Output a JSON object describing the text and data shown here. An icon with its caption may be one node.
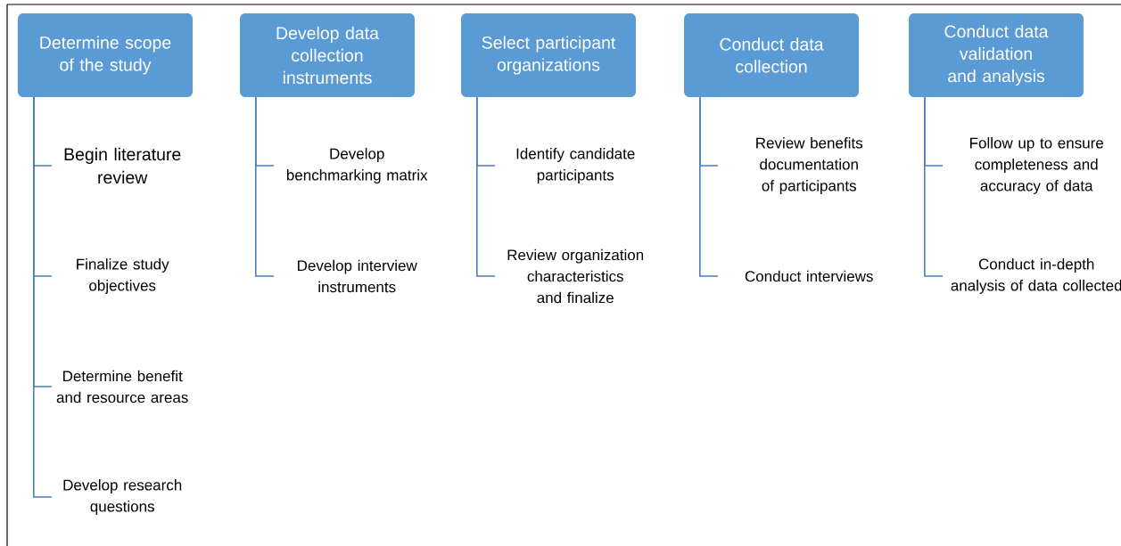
{
  "diagram": {
    "nodes": [
      {
        "text": [
          "Determine scope of the study"
        ]
      },
      {
        "text": [
          "Begin literature review"
        ]
      },
      {
        "text": [
          "Finalize study objectives"
        ]
      },
      {
        "text": [
          "Determine benefit and resource areas"
        ]
      },
      {
        "text": [
          "Develop research questions"
        ]
      },
      {
        "text": [
          "Develop data collection instruments"
        ]
      },
      {
        "text": [
          "Develop benchmarking matrix"
        ]
      },
      {
        "text": [
          "Develop interview instruments"
        ]
      },
      {
        "text": [
          "Select participant organizations"
        ]
      },
      {
        "text": [
          "Identify candidate participants"
        ]
      },
      {
        "text": [
          "Review organization characteristics and finalize"
        ]
      },
      {
        "text": [
          "Conduct data collection"
        ]
      },
      {
        "text": [
          "Review benefits documentation of participants"
        ]
      },
      {
        "text": [
          "Conduct interviews"
        ]
      },
      {
        "text": [
          "Conduct data validation and analysis"
        ]
      },
      {
        "text": [
          "Follow up to ensure completeness and accuracy of data"
        ]
      },
      {
        "text": [
          "Conduct in-depth analysis of data collected"
        ]
      }
    ],
    "edges": [
      {
        "from": 0,
        "to": 1,
        "arrow": "none"
      },
      {
        "from": 0,
        "to": 2,
        "arrow": "none"
      },
      {
        "from": 0,
        "to": 3,
        "arrow": "none"
      },
      {
        "from": 0,
        "to": 4,
        "arrow": "none"
      },
      {
        "from": 5,
        "to": 6,
        "arrow": "none"
      },
      {
        "from": 5,
        "to": 7,
        "arrow": "none"
      },
      {
        "from": 8,
        "to": 9,
        "arrow": "none"
      },
      {
        "from": 8,
        "to": 10,
        "arrow": "none"
      },
      {
        "from": 11,
        "to": 12,
        "arrow": "none"
      },
      {
        "from": 11,
        "to": 13,
        "arrow": "none"
      },
      {
        "from": 14,
        "to": 15,
        "arrow": "none"
      },
      {
        "from": 14,
        "to": 16,
        "arrow": "none"
      }
    ]
  }
}
